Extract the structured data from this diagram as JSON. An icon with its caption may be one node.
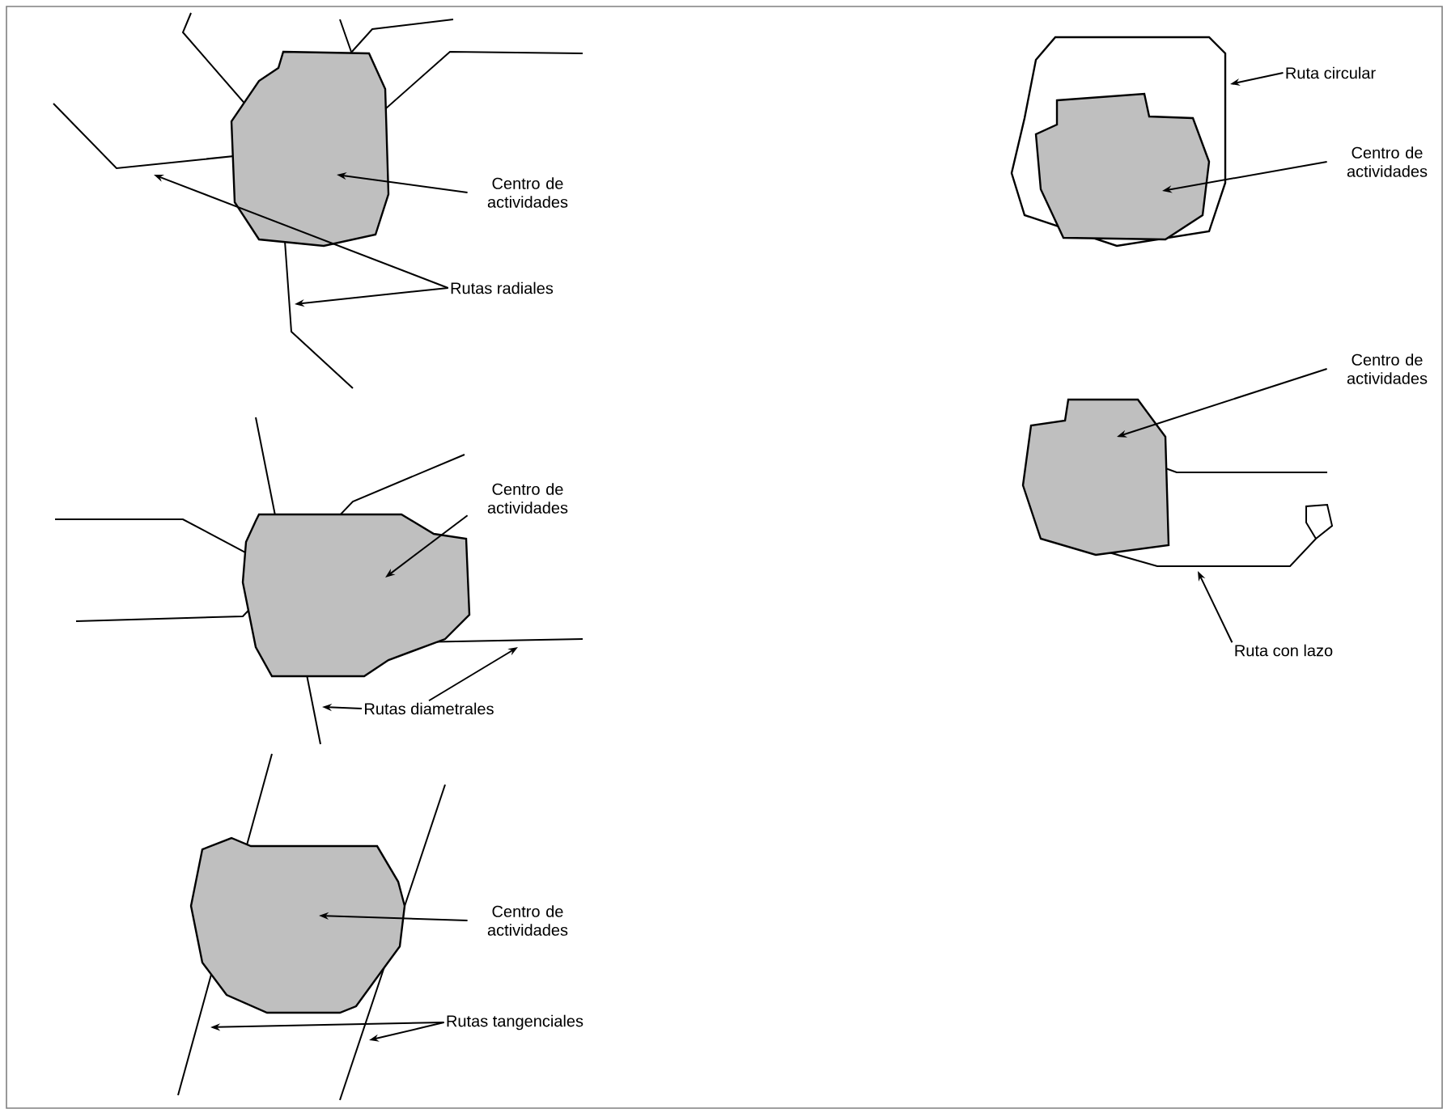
{
  "diagram": {
    "nodes": [
      {
        "text": [],
        "shape": "blob"
      },
      {
        "text": [
          "Centro de actividades"
        ]
      },
      {
        "text": [
          "Rutas radiales"
        ]
      },
      {
        "text": [],
        "shape": "loop"
      },
      {
        "text": [],
        "shape": "blob",
        "in": 3
      },
      {
        "text": [
          "Ruta circular"
        ]
      },
      {
        "text": [
          "Centro de actividades"
        ]
      },
      {
        "text": [],
        "shape": "blob"
      },
      {
        "text": [
          "Centro de actividades"
        ]
      },
      {
        "text": [
          "Rutas diametrales"
        ]
      },
      {
        "text": [],
        "shape": "blob"
      },
      {
        "text": [
          "Centro de actividades"
        ]
      },
      {
        "text": [
          "Ruta con lazo"
        ]
      },
      {
        "text": [],
        "shape": "blob"
      },
      {
        "text": [
          "Centro de actividades"
        ]
      },
      {
        "text": [
          "Rutas tangenciales"
        ]
      }
    ],
    "edges": [
      {
        "from": 1,
        "to": 0,
        "arrow": "to"
      },
      {
        "from": 2,
        "to": null,
        "arrow": "to"
      },
      {
        "from": 2,
        "to": null,
        "arrow": "to"
      },
      {
        "from": 5,
        "to": 3,
        "arrow": "to"
      },
      {
        "from": 6,
        "to": 4,
        "arrow": "to"
      },
      {
        "from": 8,
        "to": 7,
        "arrow": "to"
      },
      {
        "from": 9,
        "to": null,
        "arrow": "to"
      },
      {
        "from": 9,
        "to": null,
        "arrow": "to"
      },
      {
        "from": 11,
        "to": 10,
        "arrow": "to"
      },
      {
        "from": 12,
        "to": null,
        "arrow": "to"
      },
      {
        "from": 14,
        "to": 13,
        "arrow": "to"
      },
      {
        "from": 15,
        "to": null,
        "arrow": "to"
      },
      {
        "from": 15,
        "to": null,
        "arrow": "to"
      }
    ]
  }
}
